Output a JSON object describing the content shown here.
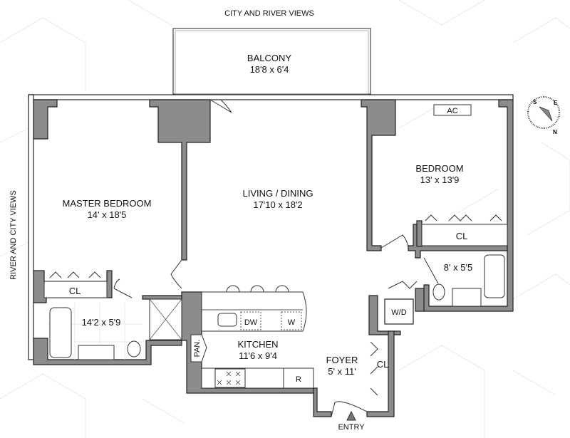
{
  "views": {
    "top": "CITY AND RIVER VIEWS",
    "left": "RIVER AND CITY VIEWS"
  },
  "rooms": {
    "balcony": {
      "name": "BALCONY",
      "size": "18'8 x 6'4"
    },
    "master_bedroom": {
      "name": "MASTER BEDROOM",
      "size": "14' x 18'5"
    },
    "living_dining": {
      "name": "LIVING / DINING",
      "size": "17'10 x 18'2"
    },
    "bedroom": {
      "name": "BEDROOM",
      "size": "13' x 13'9"
    },
    "master_bath": {
      "size": "14'2 x 5'9"
    },
    "bath": {
      "size": "8' x 5'5"
    },
    "kitchen": {
      "name": "KITCHEN",
      "size": "11'6 x 9'4"
    },
    "foyer": {
      "name": "FOYER",
      "size": "5' x 11'"
    }
  },
  "fixtures": {
    "ac": "AC",
    "closet": "CL",
    "washer_dryer": "W/D",
    "dishwasher": "DW",
    "washer": "W",
    "refrigerator": "R",
    "pantry": "PAN."
  },
  "entry": "ENTRY",
  "compass": {
    "n": "N",
    "s": "S",
    "e": "E"
  }
}
